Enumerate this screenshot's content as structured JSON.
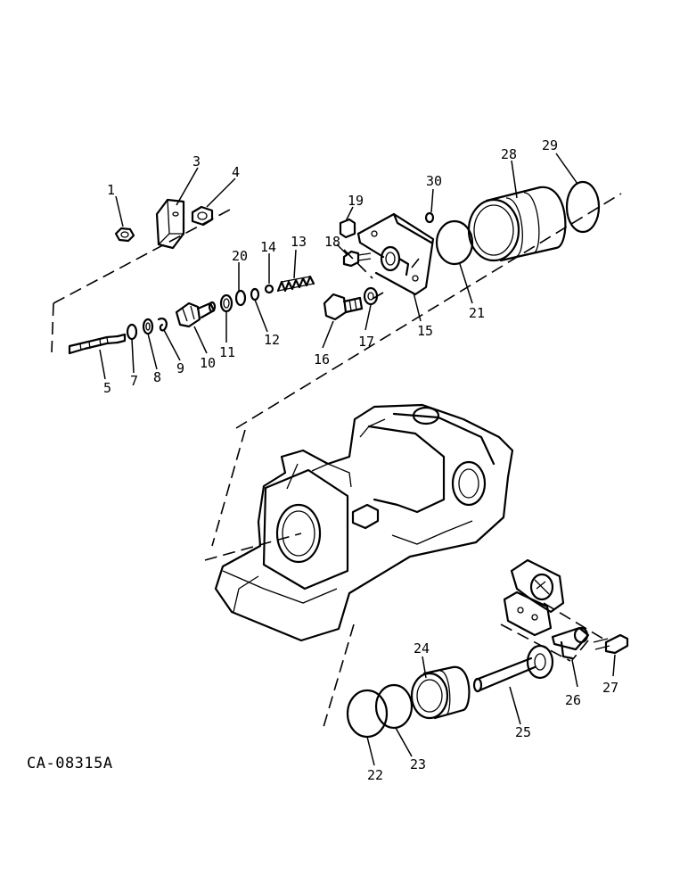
{
  "drawing_code": "CA-08315A",
  "callouts": [
    {
      "id": "callout-1",
      "label": "1"
    },
    {
      "id": "callout-2",
      "label": "3"
    },
    {
      "id": "callout-3",
      "label": "4"
    },
    {
      "id": "callout-4",
      "label": "5"
    },
    {
      "id": "callout-5",
      "label": "7"
    },
    {
      "id": "callout-6",
      "label": "8"
    },
    {
      "id": "callout-7",
      "label": "9"
    },
    {
      "id": "callout-8",
      "label": "10"
    },
    {
      "id": "callout-9",
      "label": "11"
    },
    {
      "id": "callout-10",
      "label": "12"
    },
    {
      "id": "callout-11",
      "label": "13"
    },
    {
      "id": "callout-12",
      "label": "14"
    },
    {
      "id": "callout-13",
      "label": "15"
    },
    {
      "id": "callout-14",
      "label": "16"
    },
    {
      "id": "callout-15",
      "label": "17"
    },
    {
      "id": "callout-16",
      "label": "18"
    },
    {
      "id": "callout-17",
      "label": "19"
    },
    {
      "id": "callout-18",
      "label": "20"
    },
    {
      "id": "callout-19",
      "label": "21"
    },
    {
      "id": "callout-20",
      "label": "22"
    },
    {
      "id": "callout-21",
      "label": "23"
    },
    {
      "id": "callout-22",
      "label": "24"
    },
    {
      "id": "callout-23",
      "label": "25"
    },
    {
      "id": "callout-24",
      "label": "26"
    },
    {
      "id": "callout-25",
      "label": "27"
    },
    {
      "id": "callout-26",
      "label": "28"
    },
    {
      "id": "callout-27",
      "label": "29"
    },
    {
      "id": "callout-28",
      "label": "30"
    }
  ]
}
